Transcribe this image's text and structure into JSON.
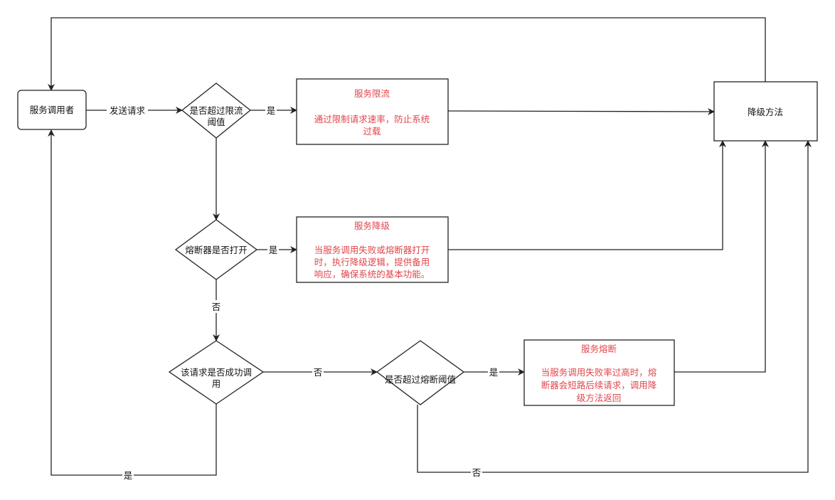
{
  "nodes": {
    "caller": "服务调用者",
    "limit_check": [
      "是否超过限流",
      "阈值"
    ],
    "rate_limit": {
      "title": "服务限流",
      "desc": [
        "通过限制请求速率，防止系统",
        "过载"
      ]
    },
    "fallback": "降级方法",
    "breaker_open": "熔断器是否打开",
    "degrade": {
      "title": "服务降级",
      "desc": [
        "当服务调用失败或熔断器打开",
        "时，执行降级逻辑，提供备用",
        "响应，确保系统的基本功能。"
      ]
    },
    "call_success": [
      "该请求是否成功调",
      "用"
    ],
    "breaker_threshold": "是否超过熔断阈值",
    "circuit_break": {
      "title": "服务熔断",
      "desc": [
        "当服务调用失败率过高时，熔",
        "断器会短路后续请求，调用降",
        "级方法返回"
      ]
    }
  },
  "edges": {
    "send_request": "发送请求",
    "limit_yes": "是",
    "breaker_yes": "是",
    "breaker_no": "否",
    "success_no": "否",
    "success_yes": "是",
    "threshold_yes": "是",
    "threshold_no": "否"
  },
  "colors": {
    "stroke": "#222222",
    "highlight_text": "#e0464c"
  }
}
